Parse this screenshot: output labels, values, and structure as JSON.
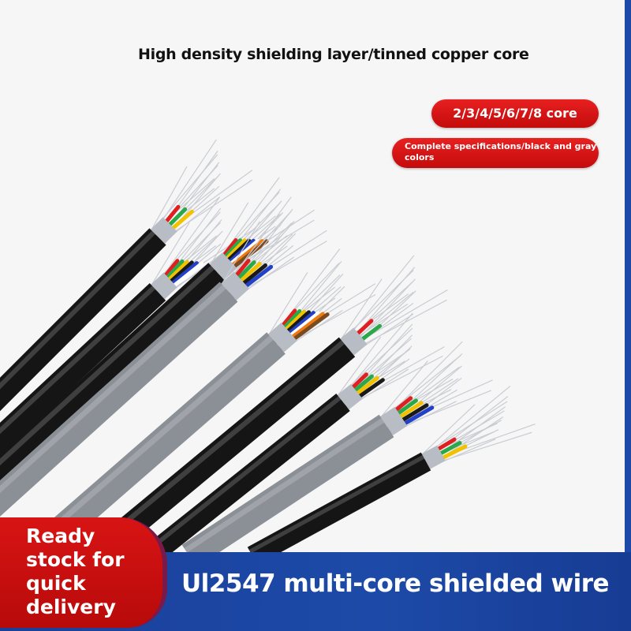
{
  "headline": "High density shielding layer/tinned copper core",
  "core_pill": "2/3/4/5/6/7/8 core",
  "spec_pill": "Complete specifications/black and gray colors",
  "badge": "Ready stock for quick delivery",
  "product_title": "Ul2547 multi-core shielded wire",
  "colors": {
    "red": "#d81414",
    "blue": "#1d4aa8",
    "cable_black": "#151515",
    "cable_gray": "#8b8f96"
  }
}
